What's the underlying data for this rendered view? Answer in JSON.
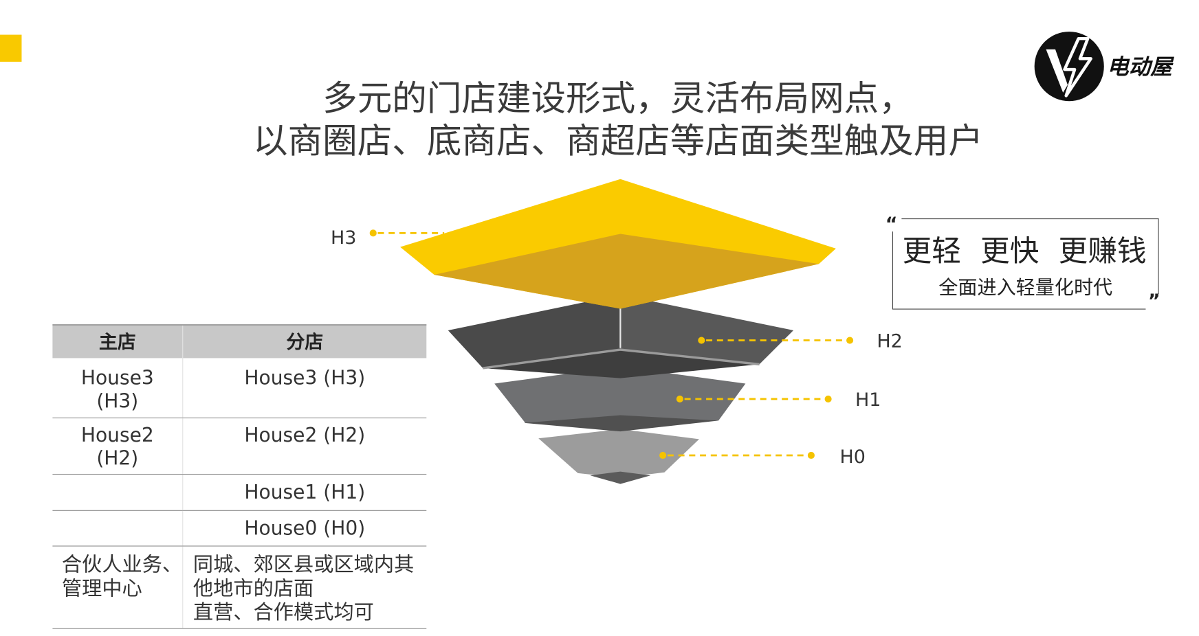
{
  "slide": {
    "accent_color": "#F9C900",
    "title_lines": [
      "多元的门店建设形式，灵活布局网点，",
      "以商圈店、底商店、商超店等店面类型触及用户"
    ]
  },
  "logo": {
    "icon": "v-lightning-logo-icon",
    "text": "电动屋"
  },
  "pyramid": {
    "connector_color": "#F5C300",
    "levels": [
      {
        "label": "H3",
        "color": "#FACB00"
      },
      {
        "label": "H2",
        "color": "#585858"
      },
      {
        "label": "H1",
        "color": "#6F7072"
      },
      {
        "label": "H0",
        "color": "#9C9C9C"
      }
    ]
  },
  "quote": {
    "open_mark": "“",
    "close_mark": "”",
    "headline_words": [
      "更轻",
      "更快",
      "更赚钱"
    ],
    "subline": "全面进入轻量化时代"
  },
  "table": {
    "headers": [
      "主店",
      "分店"
    ],
    "rows": [
      {
        "main_store": [
          "House3",
          "(H3)"
        ],
        "branch_store": [
          "House3 (H3)"
        ]
      },
      {
        "main_store": [
          "House2",
          "(H2)"
        ],
        "branch_store": [
          "House2 (H2)"
        ]
      },
      {
        "main_store": [],
        "branch_store": [
          "House1 (H1)"
        ]
      },
      {
        "main_store": [],
        "branch_store": [
          "House0 (H0)"
        ]
      },
      {
        "main_store": [
          "合伙人业务、",
          "管理中心"
        ],
        "branch_store": [
          "同城、郊区县或区域内其",
          "他地市的店面",
          "直营、合作模式均可"
        ]
      }
    ]
  }
}
